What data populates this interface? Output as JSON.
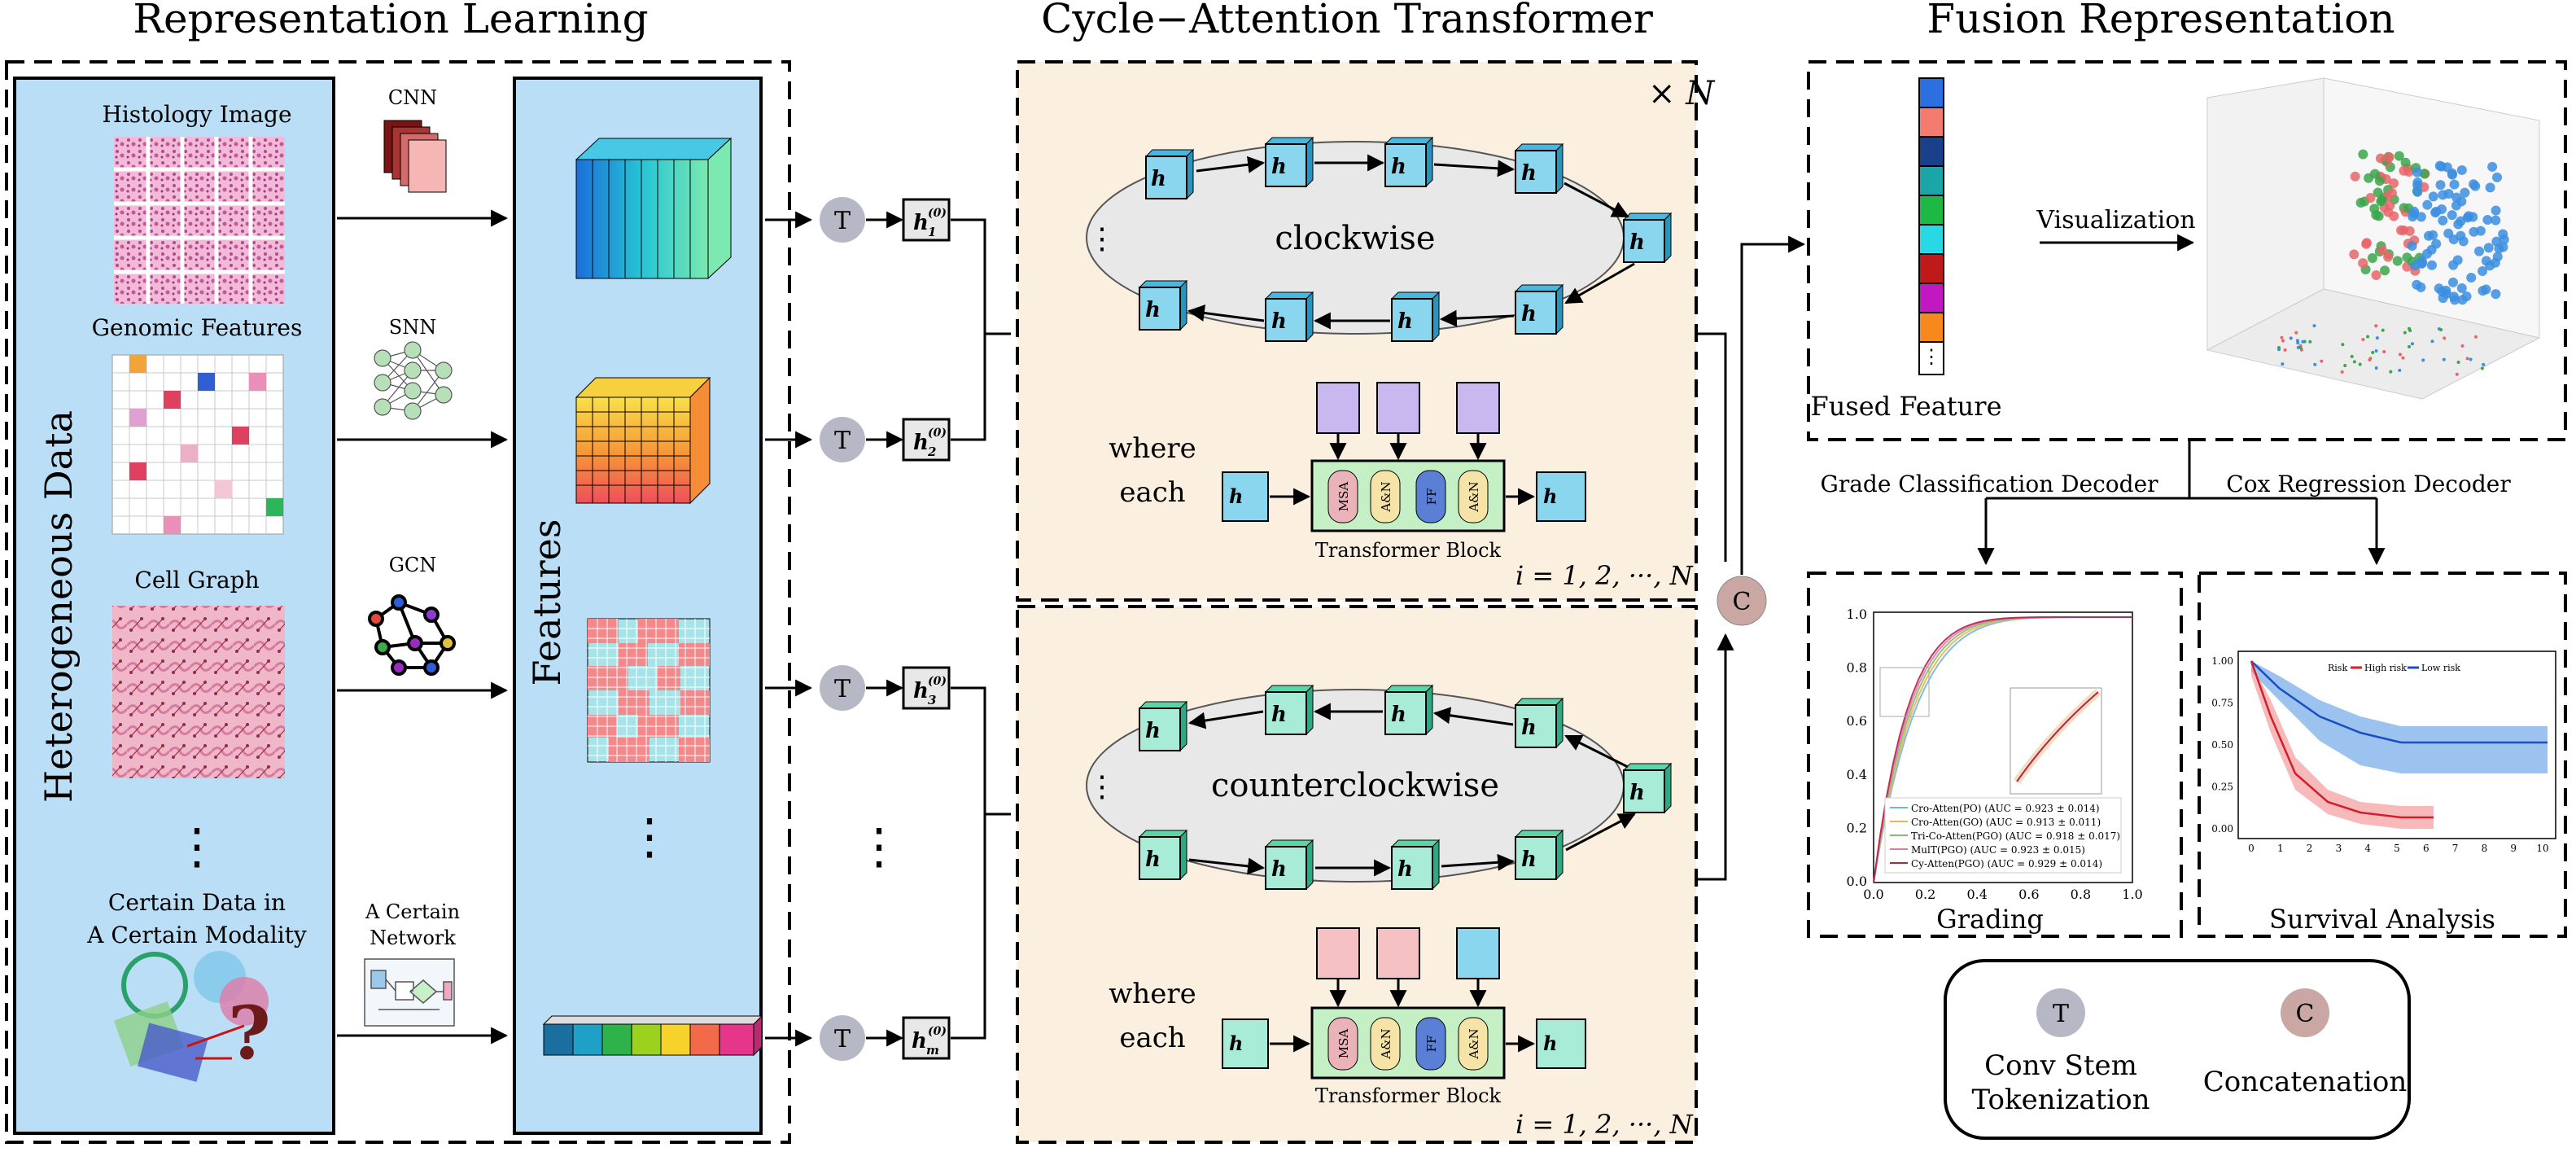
{
  "headers": {
    "representation": "Representation Learning",
    "cycle": "Cycle−Attention Transformer",
    "fusion": "Fusion Representation"
  },
  "left": {
    "heterogeneous": "Heterogeneous Data",
    "histology": "Histology Image",
    "genomic": "Genomic Features",
    "cell_graph": "Cell Graph",
    "dots": "⋮",
    "certain_line1": "Certain Data in",
    "certain_line2": "A Certain Modality",
    "cnn": "CNN",
    "snn": "SNN",
    "gcn": "GCN",
    "certain_net_line1": "A Certain",
    "certain_net_line2": "Network",
    "features": "Features"
  },
  "tokens": {
    "t": "T",
    "h1": "h",
    "sub1": "1",
    "sub2": "2",
    "sub3": "3",
    "subm": "m",
    "sup0": "(0)"
  },
  "cycle": {
    "times_n": "× N",
    "clockwise": "clockwise",
    "counterclockwise": "counterclockwise",
    "where": "where",
    "each": "each",
    "transformer_block": "Transformer Block",
    "msa": "MSA",
    "an": "A&N",
    "ff": "FF",
    "i_range": "i = 1, 2, ···, N",
    "dots_ellipsis": "⋮"
  },
  "fusion": {
    "fused_feature": "Fused Feature",
    "visualization": "Visualization",
    "grade_decoder": "Grade Classification Decoder",
    "cox_decoder": "Cox Regression Decoder",
    "grading": "Grading",
    "survival": "Survival Analysis",
    "c": "C"
  },
  "legend_box": {
    "t_label_line1": "Conv Stem",
    "t_label_line2": "Tokenization",
    "c_label": "Concatenation",
    "t": "T",
    "c": "C"
  },
  "grading_chart": {
    "legend": [
      "Cro-Atten(PO) (AUC = 0.923 ± 0.014)",
      "Cro-Atten(GO) (AUC = 0.913 ± 0.011)",
      "Tri-Co-Atten(PGO) (AUC = 0.918 ± 0.017)",
      "MulT(PGO) (AUC = 0.923 ± 0.015)",
      "Cy-Atten(PGO) (AUC = 0.929 ± 0.014)"
    ],
    "yticks": [
      "1.0",
      "0.8",
      "0.6",
      "0.4",
      "0.2",
      "0.0"
    ],
    "xticks": [
      "0.0",
      "0.2",
      "0.4",
      "0.6",
      "0.8",
      "1.0"
    ]
  },
  "survival_chart": {
    "legend_title": "Risk",
    "legend_high": "High risk",
    "legend_low": "Low risk",
    "yticks": [
      "1.00",
      "0.75",
      "0.50",
      "0.25",
      "0.00"
    ],
    "xticks": [
      "0",
      "1",
      "2",
      "3",
      "4",
      "5",
      "6",
      "7",
      "8",
      "9",
      "10"
    ]
  },
  "colors": {
    "light_blue_panel": "#b9def5",
    "cream_panel": "#fbf0df",
    "cyan_box": "#8ad6ef",
    "mint_box": "#a8ecd8",
    "token_circle": "#b6b8c6",
    "concat_circle": "#caa7a3"
  }
}
